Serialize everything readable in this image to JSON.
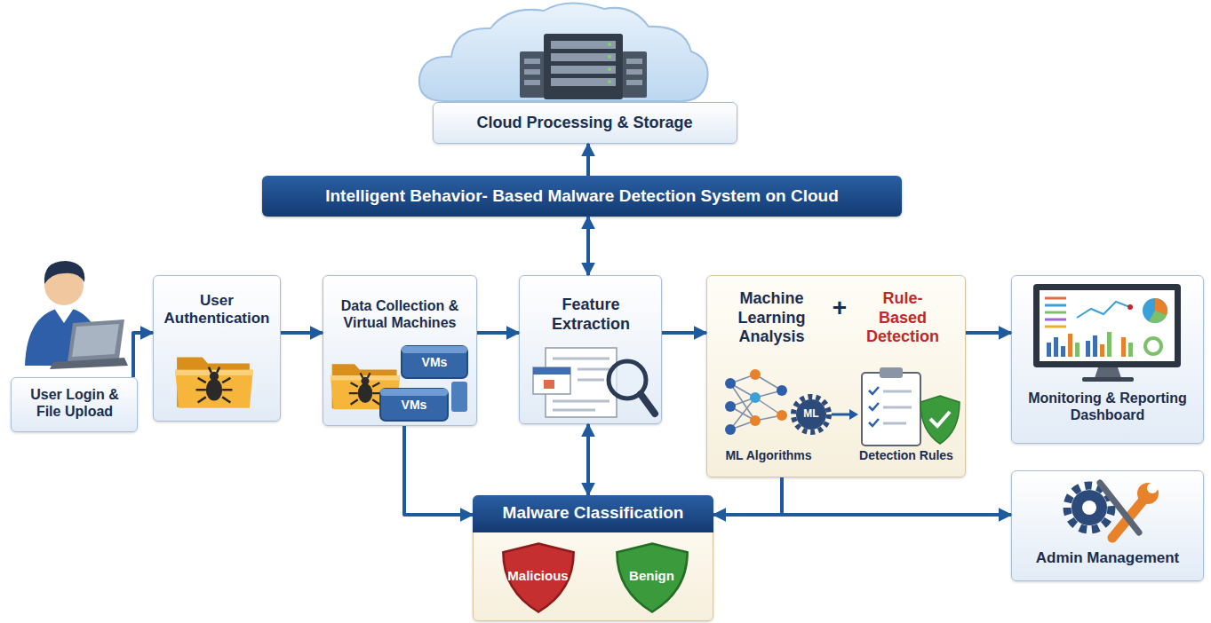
{
  "diagram": {
    "nodes": [
      {
        "text": [
          "Cloud Processing & Storage"
        ]
      },
      {
        "text": [
          "Intelligent Behavior- Based Malware Detection System on Cloud"
        ]
      },
      {
        "text": [
          "User Login & File Upload"
        ]
      },
      {
        "text": [
          "User Authentication"
        ]
      },
      {
        "text": [
          "Data Collection & Virtual Machines"
        ]
      },
      {
        "text": [
          "Feature Extraction"
        ]
      },
      {
        "text": [
          "Machine Learning Analysis",
          "Rule- Based Detection"
        ]
      },
      {
        "text": [
          "Monitoring & Reporting Dashboard"
        ]
      },
      {
        "text": [
          "Malware Classification"
        ]
      },
      {
        "text": [
          "Malicious"
        ],
        "in": 8
      },
      {
        "text": [
          "Benign"
        ],
        "in": 8
      },
      {
        "text": [
          "Admin Management"
        ]
      }
    ],
    "edges": [
      {
        "from": 1,
        "to": 0,
        "arrow": "to"
      },
      {
        "from": 1,
        "to": 5,
        "arrow": "both"
      },
      {
        "from": 2,
        "to": 3,
        "arrow": "to"
      },
      {
        "from": 3,
        "to": 4,
        "arrow": "to"
      },
      {
        "from": 4,
        "to": 5,
        "arrow": "to"
      },
      {
        "from": 5,
        "to": 6,
        "arrow": "to"
      },
      {
        "from": 6,
        "to": 7,
        "arrow": "to"
      },
      {
        "from": 5,
        "to": 8,
        "arrow": "both"
      },
      {
        "from": 4,
        "to": 8,
        "arrow": "to"
      },
      {
        "from": 6,
        "to": 8,
        "arrow": "to"
      },
      {
        "from": 6,
        "to": 11,
        "arrow": "to"
      }
    ],
    "labels": [
      "VMs",
      "VMs",
      "+",
      "ML",
      "ML Algorithms",
      "Detection Rules"
    ]
  }
}
